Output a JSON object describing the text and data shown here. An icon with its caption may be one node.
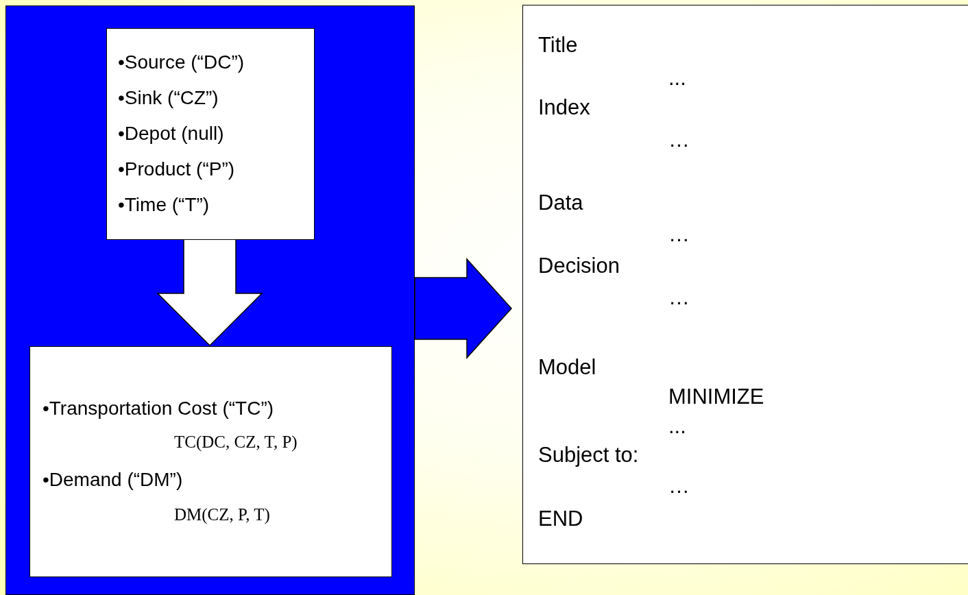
{
  "diagram": {
    "nodes": [
      {
        "text": [],
        "shape": "box"
      },
      {
        "text": [
          "•Source (“DC”)",
          "•Sink (“CZ”)",
          "•Depot (null)",
          "•Product (“P”)",
          "•Time (“T”)"
        ],
        "in": 0
      },
      {
        "text": [
          "•Transportation Cost (“TC”)",
          "TC(DC, CZ, T, P)",
          "•Demand (“DM”)",
          "DM(CZ, P, T)"
        ],
        "in": 0
      },
      {
        "text": [
          "Title",
          "...",
          "Index",
          "…",
          "Data",
          "…",
          "Decision",
          "…",
          "Model",
          "MINIMIZE",
          "...",
          "Subject to:",
          "…",
          "END"
        ]
      }
    ],
    "edges": [
      {
        "from": 1,
        "to": 2,
        "arrow": "to",
        "color": "#ffffff"
      },
      {
        "from": 0,
        "to": 3,
        "arrow": "to",
        "color": "#0000ff"
      }
    ]
  }
}
